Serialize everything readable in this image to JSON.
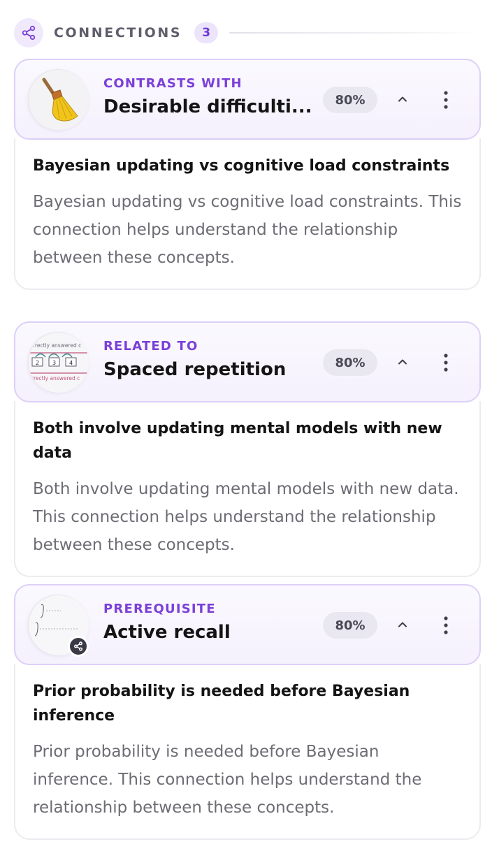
{
  "section": {
    "title": "CONNECTIONS",
    "count": "3",
    "icon": "share-icon"
  },
  "colors": {
    "accent": "#7b3fd8",
    "card_border": "#ddd0f6",
    "card_bg": "#f5f1fd",
    "muted_text": "#6c6c74"
  },
  "connections": [
    {
      "relation": "CONTRASTS WITH",
      "name": "Desirable difficulti...",
      "percent": "80%",
      "thumb_icon": "broom-icon",
      "body_title": "Bayesian updating vs cognitive load constraints",
      "body_desc": "Bayesian updating vs cognitive load constraints. This connection helps understand the relationship between these concepts."
    },
    {
      "relation": "RELATED TO",
      "name": "Spaced repetition",
      "percent": "80%",
      "thumb_icon": "flashcard-diagram-icon",
      "thumb_text_top": "rrectly answered c",
      "thumb_text_bottom": "rrectly answered c",
      "thumb_boxes": [
        "2",
        "3",
        "4"
      ],
      "body_title": "Both involve updating mental models with new data",
      "body_desc": "Both involve updating mental models with new data. This connection helps understand the relationship between these concepts."
    },
    {
      "relation": "PREREQUISITE",
      "name": "Active recall",
      "percent": "80%",
      "thumb_icon": "formula-icon",
      "badge_icon": "share-icon",
      "body_title": "Prior probability is needed before Bayesian inference",
      "body_desc": "Prior probability is needed before Bayesian inference. This connection helps understand the relationship between these concepts."
    }
  ]
}
